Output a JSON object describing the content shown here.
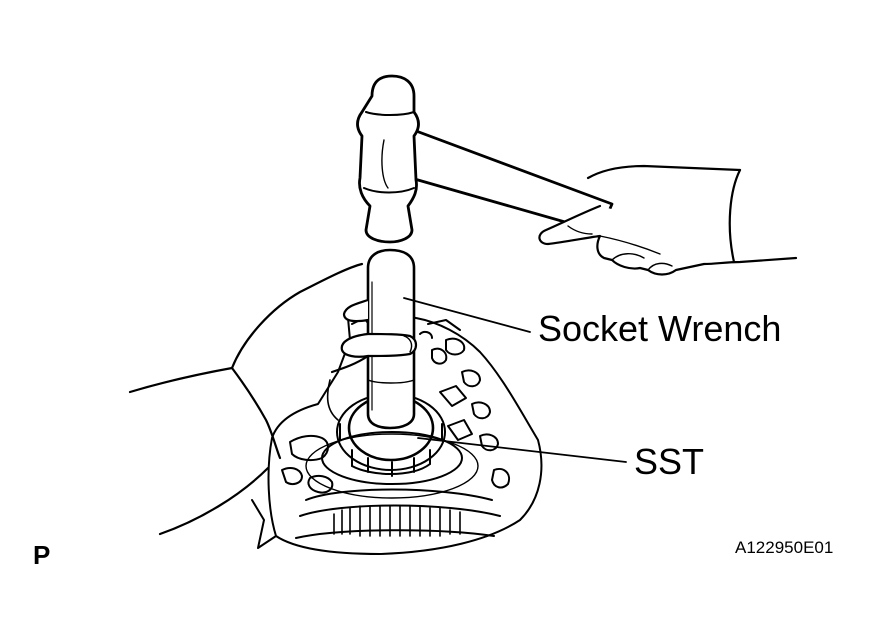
{
  "labels": {
    "socket_wrench": "Socket Wrench",
    "sst": "SST",
    "view_marker": "P",
    "figure_code": "A122950E01"
  },
  "colors": {
    "line": "#000000",
    "background": "#ffffff"
  }
}
